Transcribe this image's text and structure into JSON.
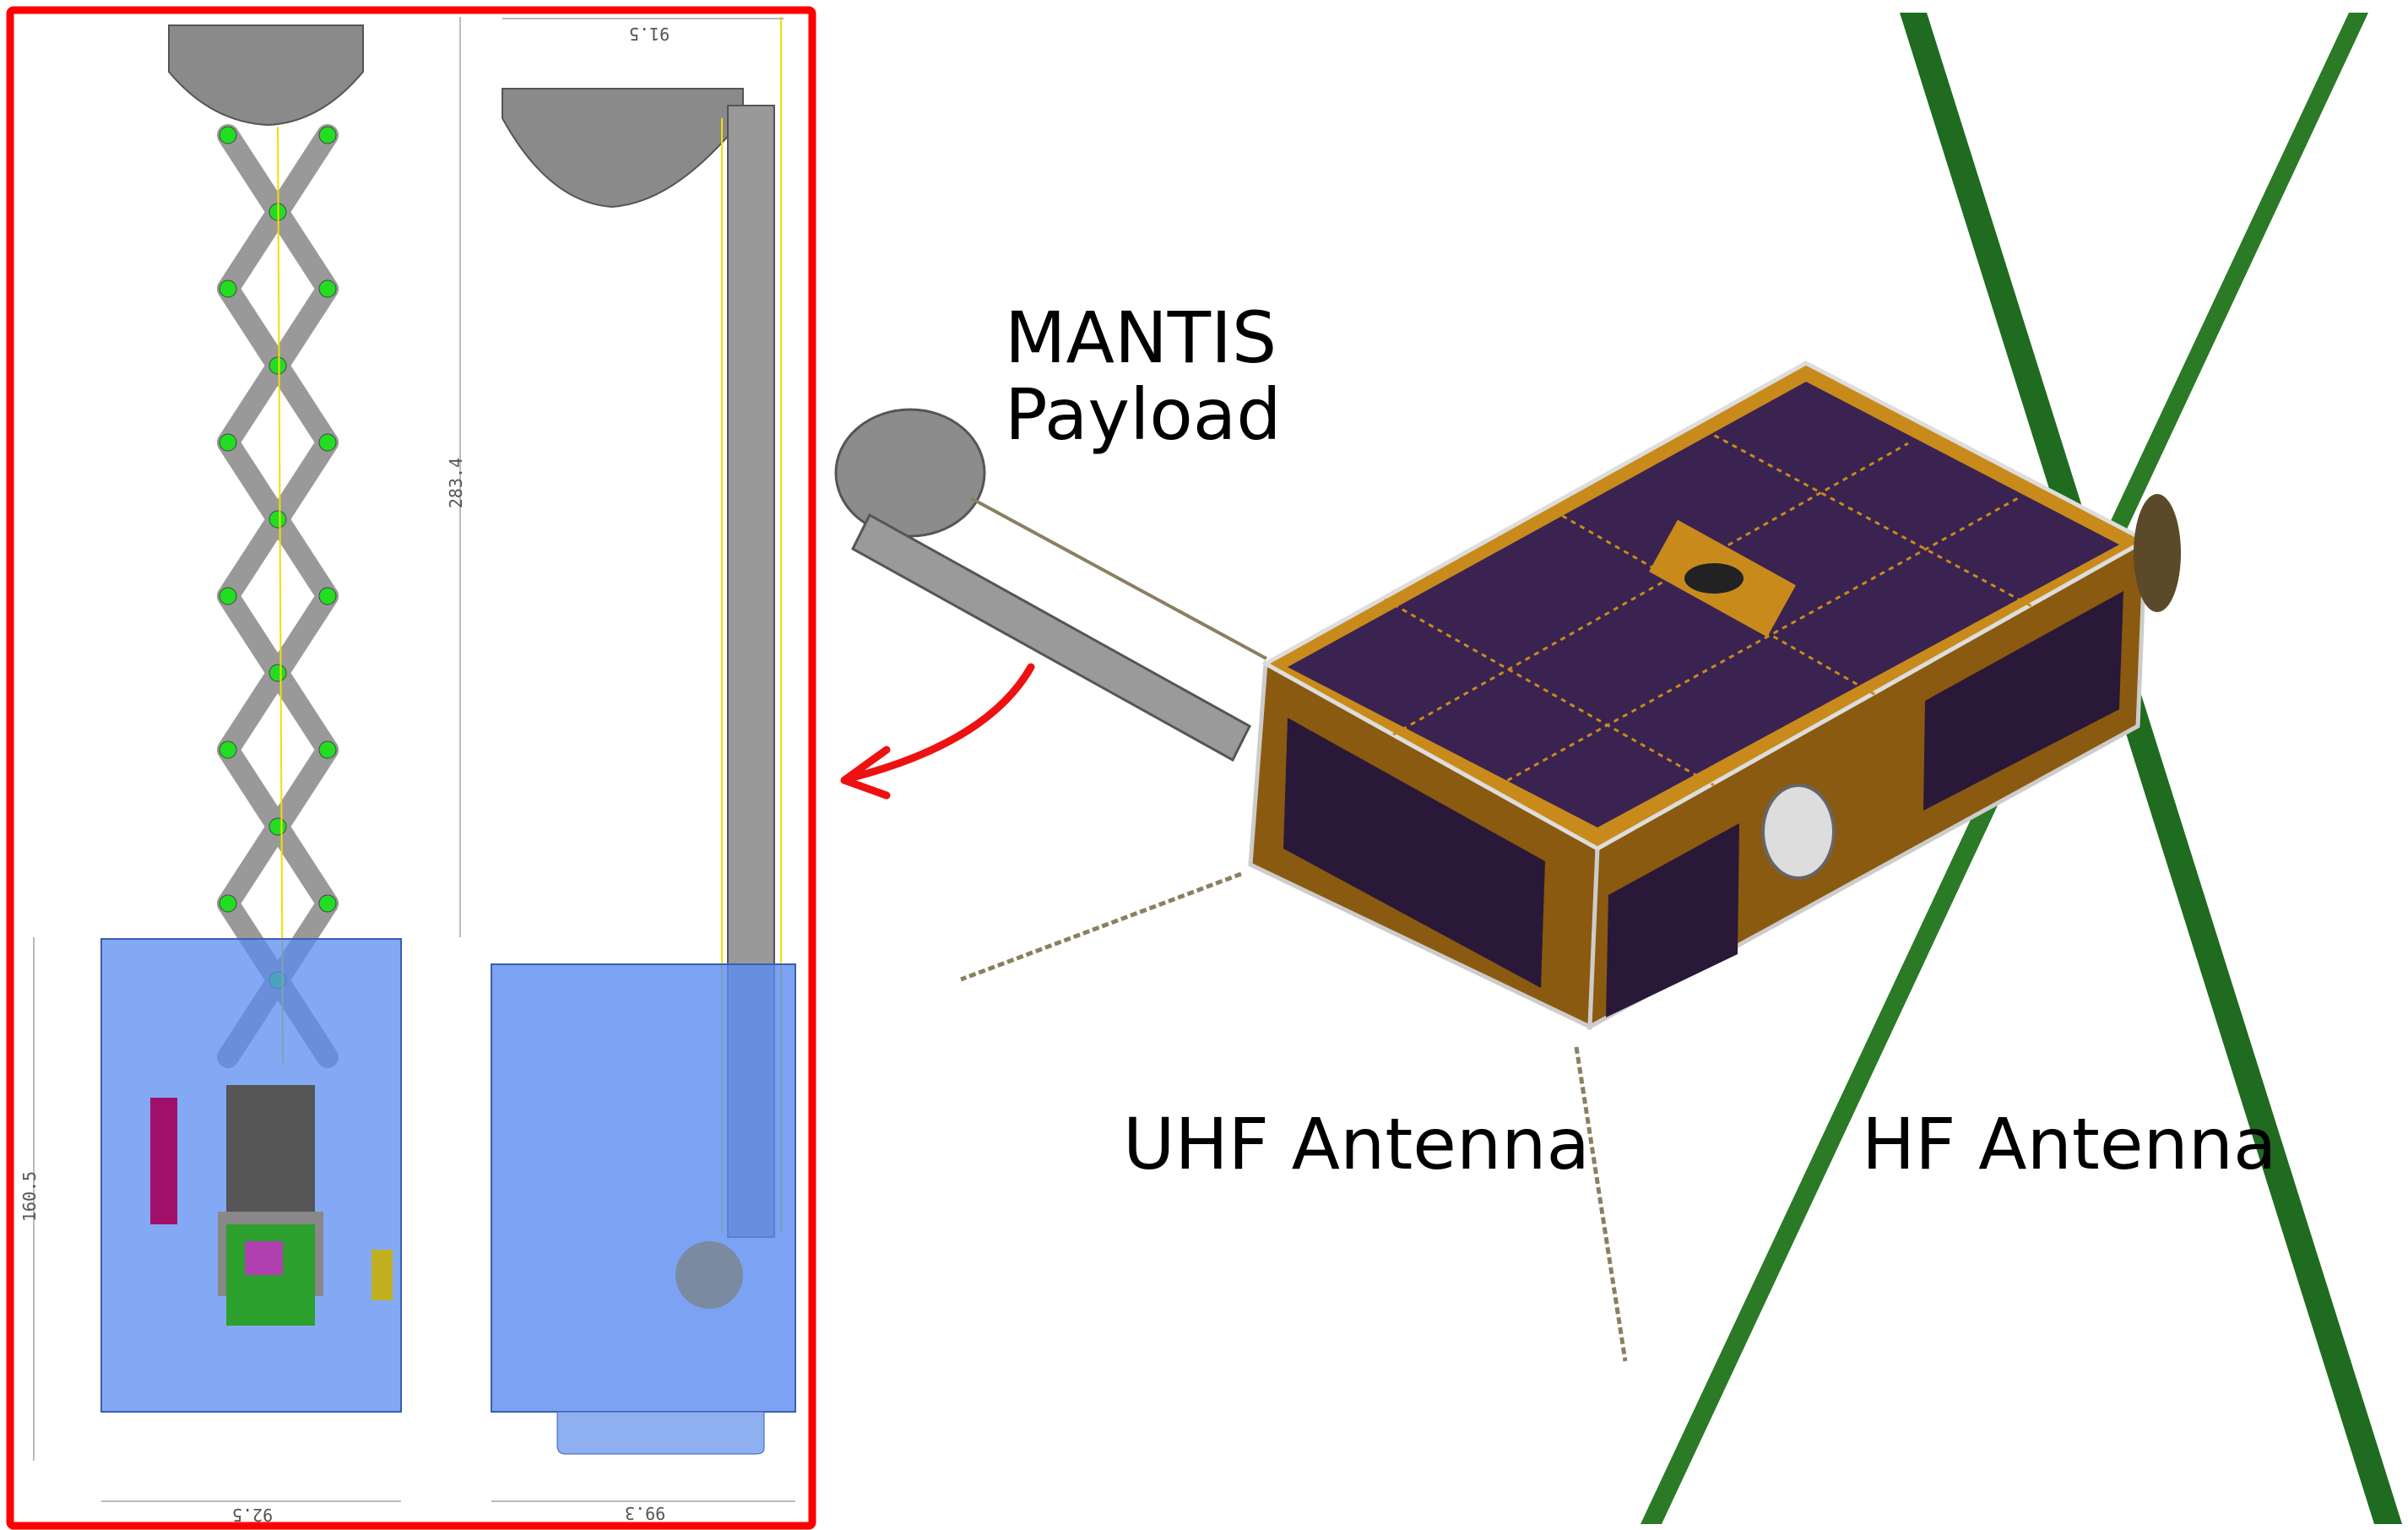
{
  "labels": {
    "payload_line1": "MANTIS",
    "payload_line2": "Payload",
    "uhf": "UHF Antenna",
    "hf": "HF Antenna"
  },
  "dimensions": {
    "top_width": "91.5",
    "arm_height": "283.4",
    "body_height": "160.5",
    "front_width": "92.5",
    "side_width": "99.3"
  },
  "colors": {
    "highlight_frame": "#ff0000",
    "hf_antenna": "#1f6b1f",
    "solar_panel": "#3a2350",
    "frame_gold": "#c98a1c",
    "transparent_body": "#5b8cf0",
    "metal_grey": "#8f8f8f",
    "pins": "#22dd22"
  }
}
